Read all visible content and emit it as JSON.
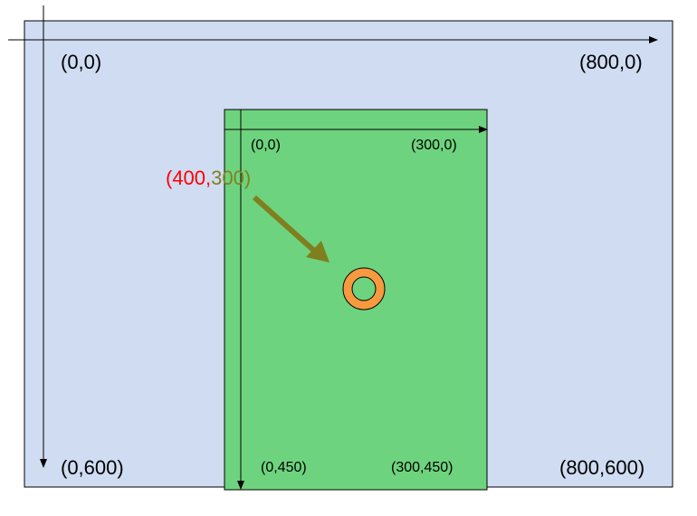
{
  "outer": {
    "corner_top_left": "(0,0)",
    "corner_top_right": "(800,0)",
    "corner_bottom_left": "(0,600)",
    "corner_bottom_right": "(800,600)"
  },
  "inner": {
    "corner_top_left": "(0,0)",
    "corner_top_right": "(300,0)",
    "corner_bottom_left": "(0,450)",
    "corner_bottom_right": "(300,450)"
  },
  "point": {
    "label_x": "(400,",
    "label_y": "300)"
  },
  "colors": {
    "outer_fill": "#cfdcf2",
    "inner_fill": "#6ed37e",
    "point_x_text": "#ff0000",
    "point_y_text": "#808020",
    "arrow": "#7f7f1f",
    "ring": "#f7993f"
  }
}
